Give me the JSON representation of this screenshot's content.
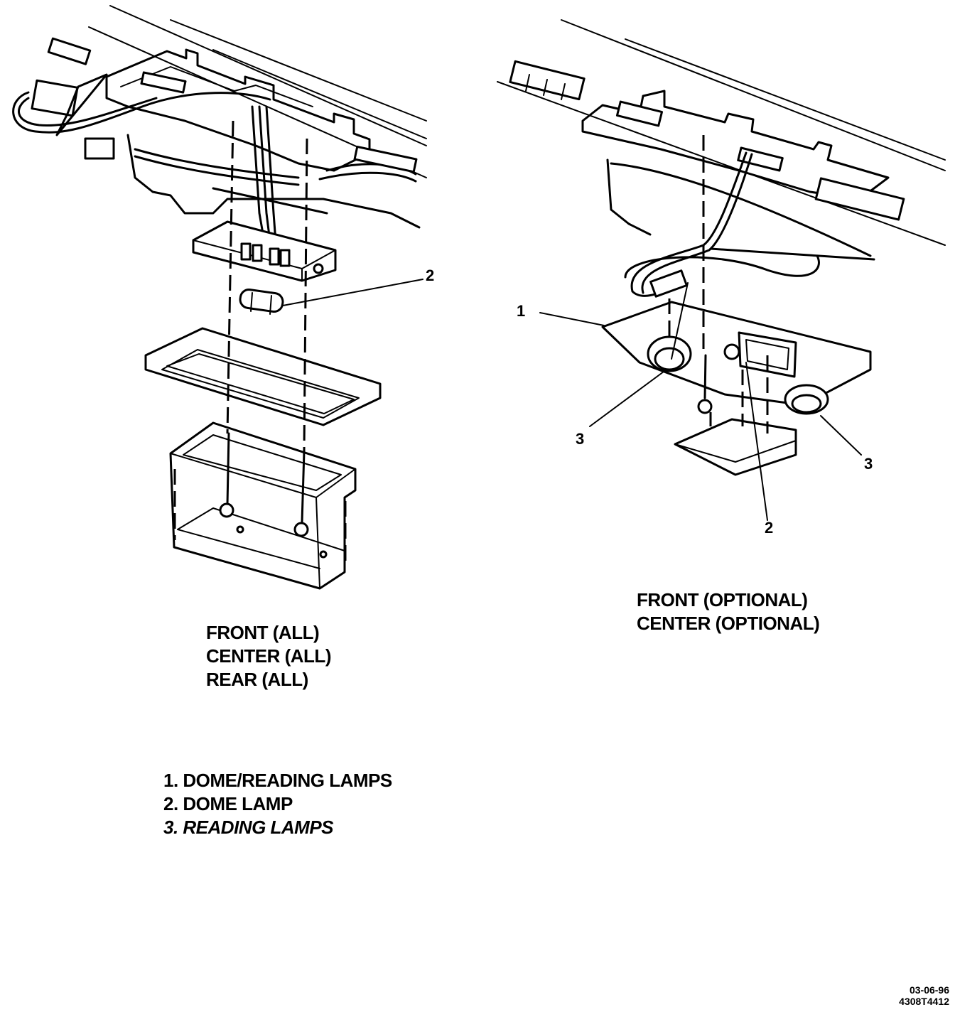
{
  "views": [
    {
      "captions": [
        "FRONT (ALL)",
        "CENTER (ALL)",
        "REAR (ALL)"
      ]
    },
    {
      "captions": [
        "FRONT (OPTIONAL)",
        "CENTER (OPTIONAL)"
      ]
    }
  ],
  "callouts": {
    "left_2": "2",
    "right_1": "1",
    "right_2": "2",
    "right_3a": "3",
    "right_3b": "3"
  },
  "legend": [
    "1. DOME/READING LAMPS",
    "2. DOME LAMP",
    "3. READING LAMPS"
  ],
  "drawing_code": {
    "date": "03-06-96",
    "figure_id": "4308T4412"
  }
}
